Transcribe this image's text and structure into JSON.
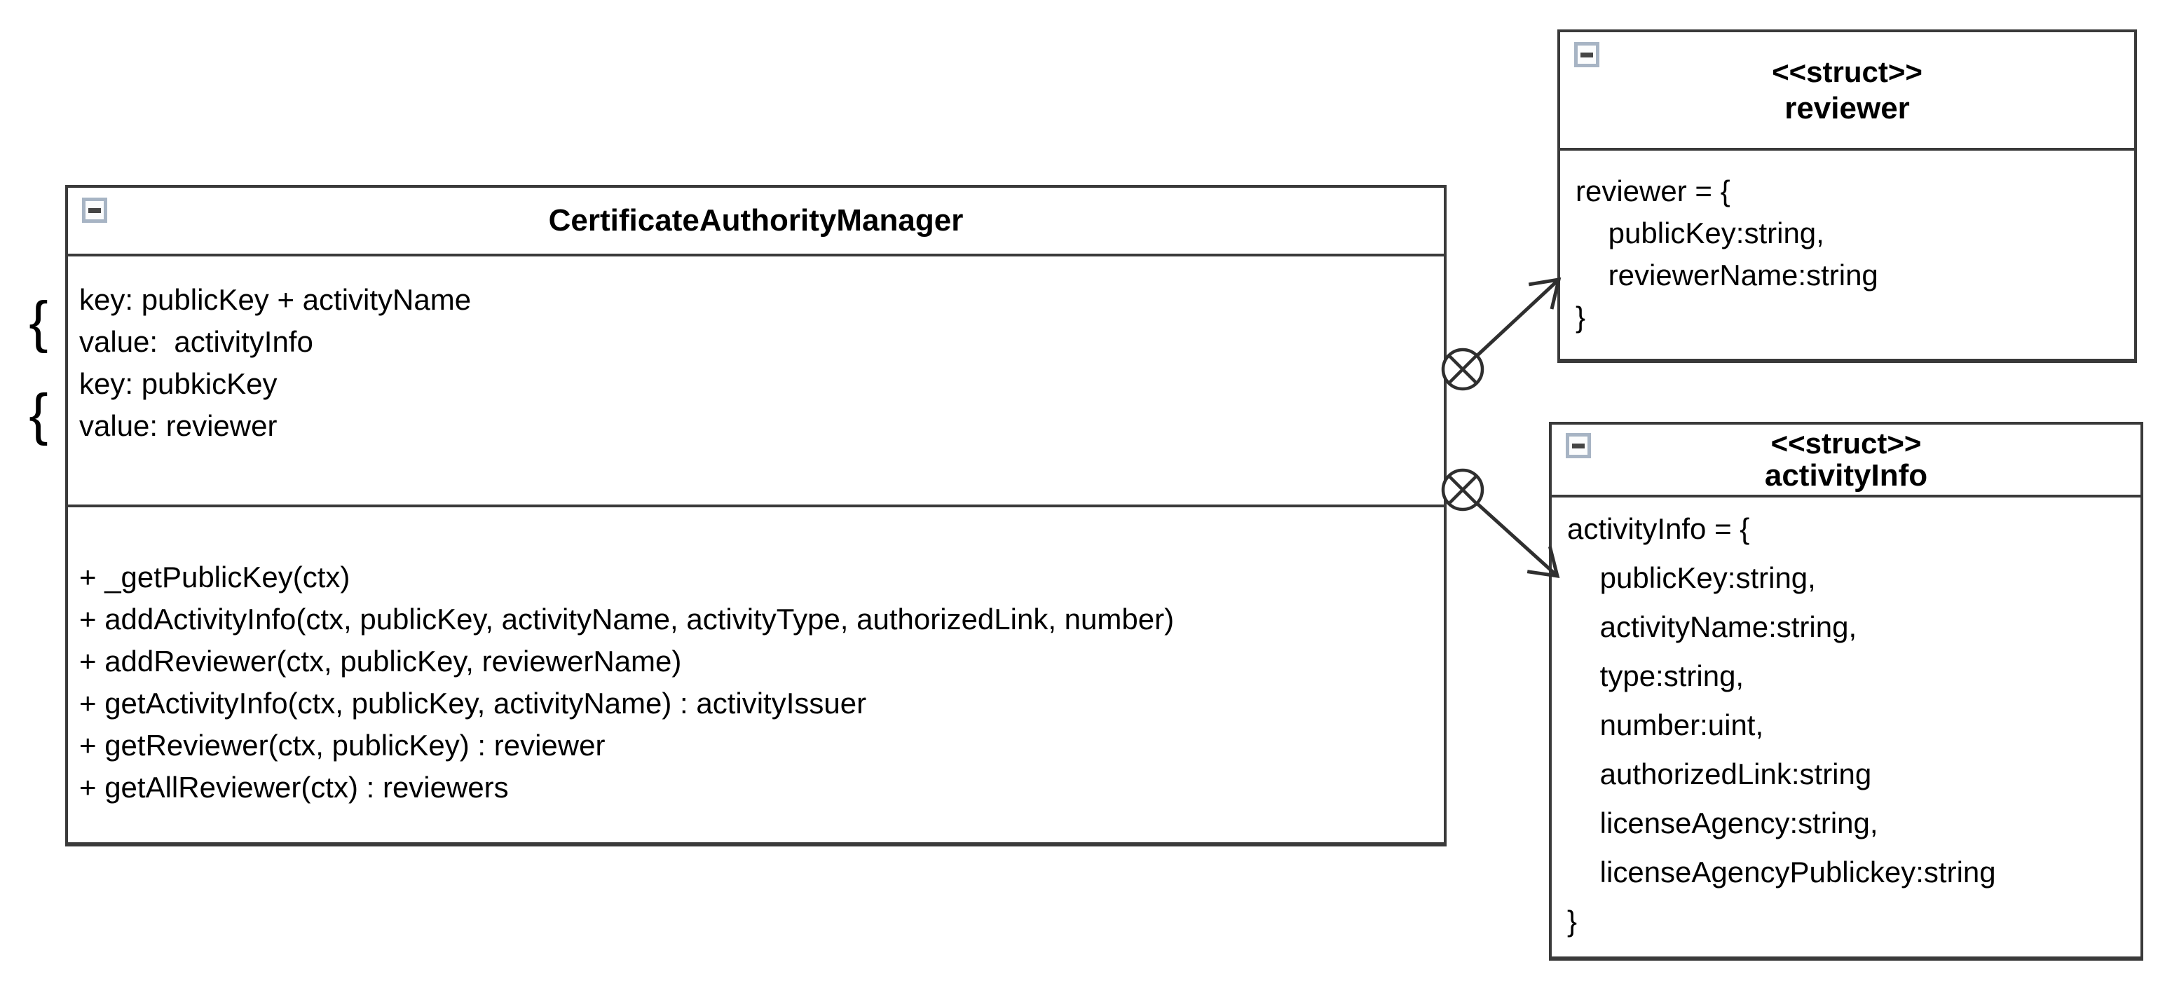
{
  "main_class": {
    "title": "CertificateAuthorityManager",
    "collapse_icon": "minus-icon",
    "left_braces": [
      "{",
      "{"
    ],
    "fields": [
      "key: publicKey + activityName",
      "value:  activityInfo",
      "key: pubkicKey",
      "value: reviewer"
    ],
    "methods": [
      "+ _getPublicKey(ctx)",
      "+ addActivityInfo(ctx, publicKey, activityName, activityType, authorizedLink, number)",
      "+ addReviewer(ctx, publicKey, reviewerName)",
      "+ getActivityInfo(ctx, publicKey, activityName) : activityIssuer",
      "+ getReviewer(ctx, publicKey) : reviewer",
      "+ getAllReviewer(ctx) : reviewers"
    ]
  },
  "reviewer_struct": {
    "stereotype": "<<struct>>",
    "name": "reviewer",
    "collapse_icon": "minus-icon",
    "body": [
      "reviewer = {",
      "    publicKey:string,",
      "    reviewerName:string",
      "}"
    ]
  },
  "activity_info_struct": {
    "stereotype": "<<struct>>",
    "name": "activityInfo",
    "collapse_icon": "minus-icon",
    "body": [
      "activityInfo = {",
      "    publicKey:string,",
      "    activityName:string,",
      "    type:string,",
      "    number:uint,",
      "    authorizedLink:string",
      "    licenseAgency:string,",
      "    licenseAgencyPublickey:string",
      "}"
    ]
  },
  "connectors": [
    {
      "symbol": "circle-cross",
      "from": "CertificateAuthorityManager",
      "to": "reviewer"
    },
    {
      "symbol": "circle-cross",
      "from": "CertificateAuthorityManager",
      "to": "activityInfo"
    }
  ],
  "colors": {
    "background": "#ffffff",
    "line": "#3a3a3a",
    "collapse_icon_border": "#a7b4c4",
    "collapse_icon_bar": "#454545"
  }
}
